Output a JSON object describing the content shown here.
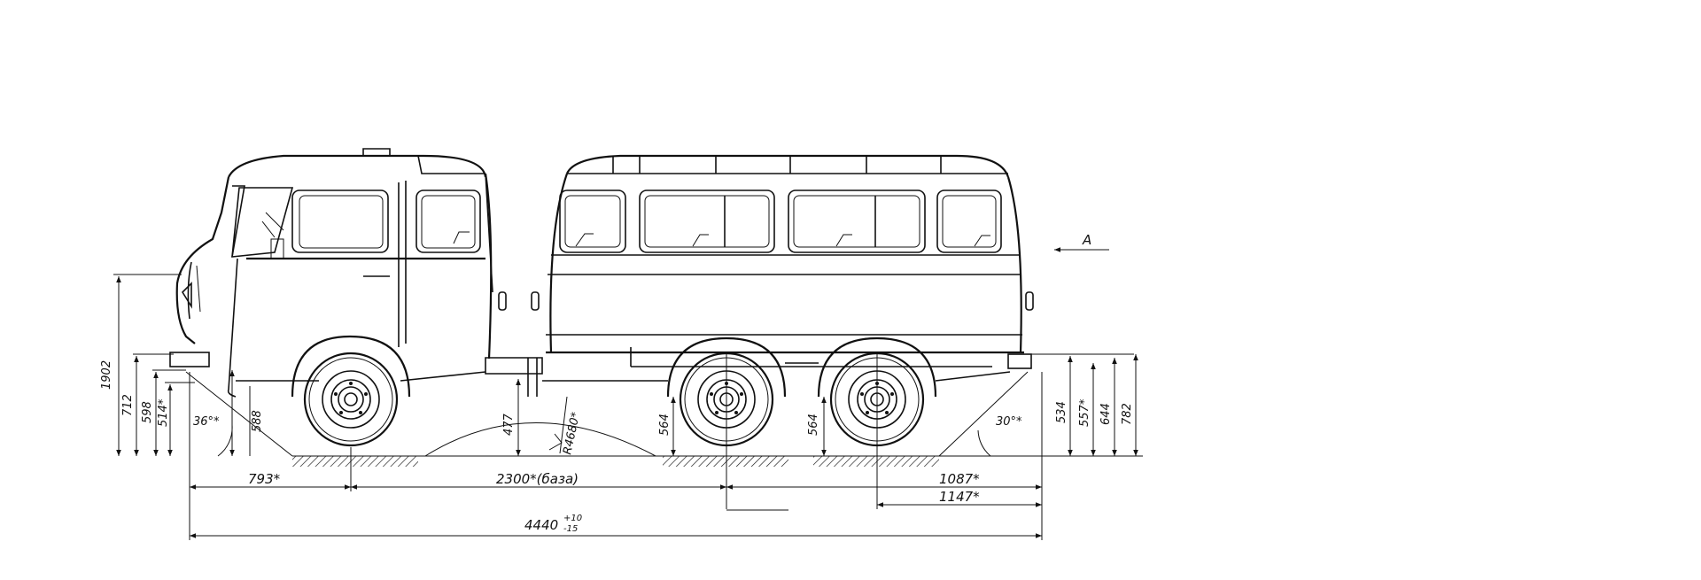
{
  "view_marker": "A",
  "dims": {
    "total_height": "1902",
    "front_h1": "712",
    "front_h2": "598",
    "front_h3": "514*",
    "front_angle": "36°*",
    "front_h4": "588",
    "mid_h": "477",
    "radius": "R4680*",
    "axle_h1": "564",
    "axle_h2": "564",
    "rear_angle": "30°*",
    "rear_h1": "534",
    "rear_h2": "557*",
    "rear_h3": "644",
    "rear_h4": "782",
    "front_overhang": "793*",
    "wheelbase": "2300*(база)",
    "rear_1": "1087*",
    "rear_2": "1147*",
    "overall_length": "4440",
    "overall_tol_plus": "+10",
    "overall_tol_minus": "-15"
  }
}
